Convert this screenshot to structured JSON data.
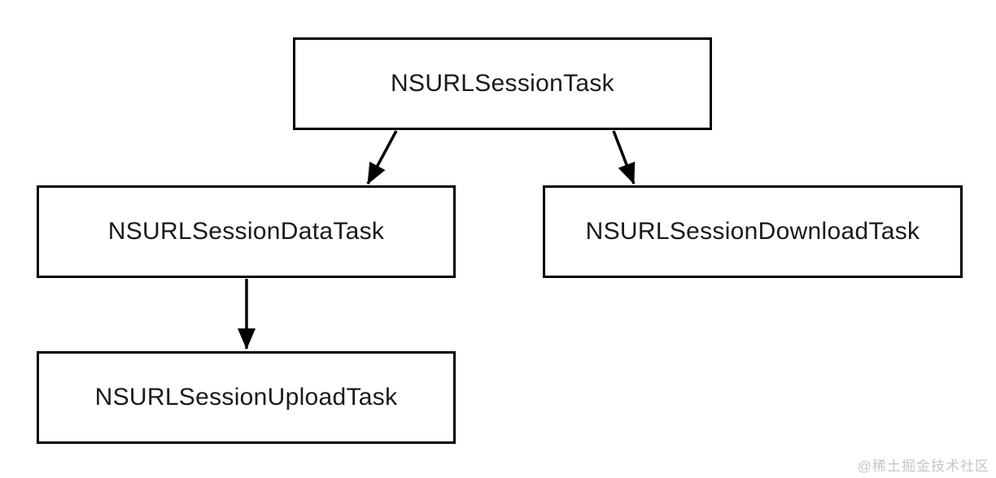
{
  "diagram": {
    "nodes": [
      {
        "id": "task",
        "label": "NSURLSessionTask"
      },
      {
        "id": "data",
        "label": "NSURLSessionDataTask"
      },
      {
        "id": "download",
        "label": "NSURLSessionDownloadTask"
      },
      {
        "id": "upload",
        "label": "NSURLSessionUploadTask"
      }
    ],
    "edges": [
      {
        "from": "NSURLSessionTask",
        "to": "NSURLSessionDataTask"
      },
      {
        "from": "NSURLSessionTask",
        "to": "NSURLSessionDownloadTask"
      },
      {
        "from": "NSURLSessionDataTask",
        "to": "NSURLSessionUploadTask"
      }
    ]
  },
  "watermark": {
    "text": "@稀土掘金技术社区"
  },
  "colors": {
    "stroke": "#000000",
    "text": "#1a1a1a",
    "background": "#ffffff",
    "watermark": "#c6c6c6"
  }
}
